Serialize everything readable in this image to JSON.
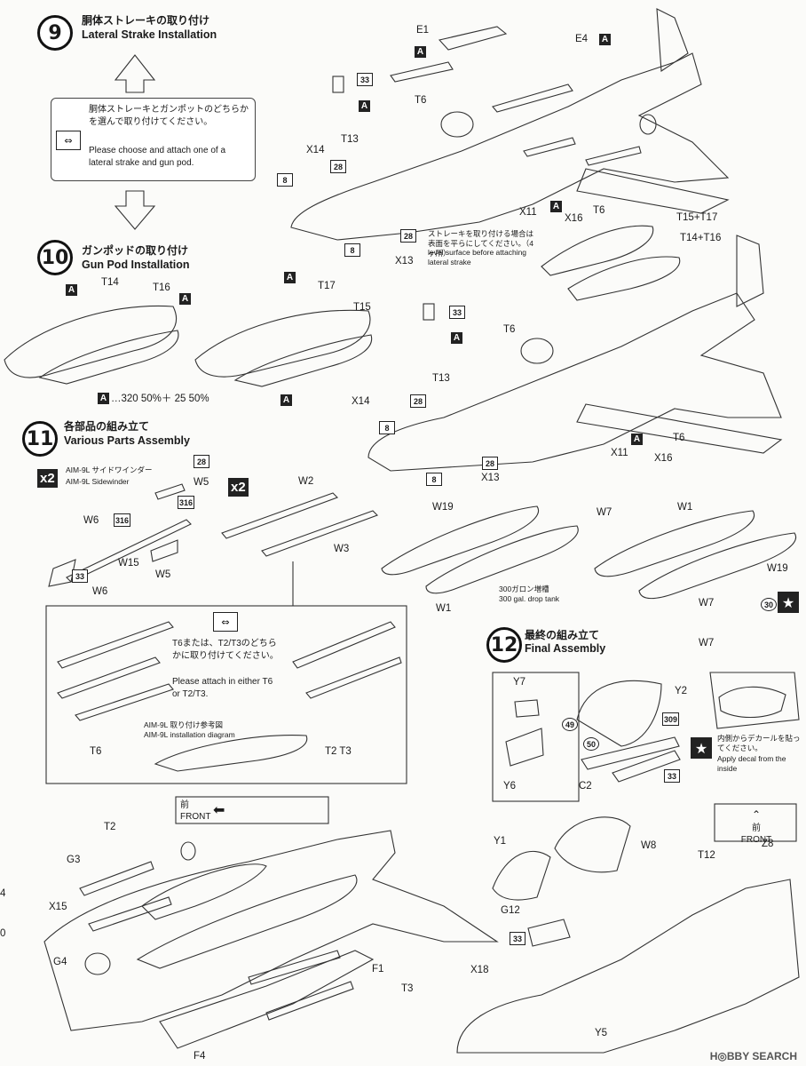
{
  "step9": {
    "num": "9",
    "title_jp": "胴体ストレーキの取り付け",
    "title_en": "Lateral Strake Installation",
    "choice_jp": "胴体ストレーキとガンポットのどちらかを選んで取り付けてください。",
    "choice_en": "Please choose and attach one of a lateral strake and gun pod.",
    "parts": [
      "E1",
      "E4",
      "T6",
      "T13",
      "X14",
      "X11",
      "X16",
      "T6",
      "X13"
    ],
    "level_note_jp": "ストレーキを取り付ける場合は表面を平らにしてください。（4ヶ所）",
    "level_note_en": "level surface before attaching lateral strake"
  },
  "step10": {
    "num": "10",
    "title_jp": "ガンポッドの取り付け",
    "title_en": "Gun Pod Installation",
    "pods": [
      "T14",
      "T16",
      "T17",
      "T15"
    ],
    "paint_mix": "…320 50%＋ 25 50%",
    "right_parts": [
      "T15+T17",
      "T14+T16",
      "T6",
      "T13",
      "X14",
      "X11",
      "X16",
      "T6",
      "X13"
    ]
  },
  "step11": {
    "num": "11",
    "title_jp": "各部品の組み立て",
    "title_en": "Various Parts Assembly",
    "multiplier": "x2",
    "sidewinder_jp": "AIM-9L サイドワインダー",
    "sidewinder_en": "AIM-9L Sidewinder",
    "missile_parts": [
      "W5",
      "W6",
      "W15",
      "W5",
      "W6"
    ],
    "rail_parts": [
      "W2",
      "W3"
    ],
    "tank_parts": [
      "W19",
      "W7",
      "W1",
      "W1",
      "W19",
      "W7",
      "W7"
    ],
    "tank_jp": "300ガロン増槽",
    "tank_en": "300 gal. drop tank",
    "attach_jp": "T6または、T2/T3のどちらかに取り付けてください。",
    "attach_en": "Please attach in either T6 or T2/T3.",
    "diagram_jp": "AIM-9L 取り付け参考図",
    "diagram_en": "AIM-9L installation diagram",
    "attach_labels": [
      "T6",
      "T2 T3"
    ]
  },
  "step12": {
    "num": "12",
    "title_jp": "最終の組み立て",
    "title_en": "Final Assembly",
    "canopy_parts": [
      "Y7",
      "Y6",
      "Y2",
      "C2",
      "Y1",
      "W8",
      "G12",
      "X18",
      "Y5",
      "T12",
      "Z8"
    ],
    "decal_jp": "内側からデカールを貼ってください。",
    "decal_en": "Apply decal from the inside"
  },
  "bottom_left": {
    "front_jp": "前",
    "front_en": "FRONT",
    "parts": [
      "T2",
      "G3",
      "X15",
      "G4",
      "F1",
      "T3",
      "F4"
    ]
  },
  "paint_codes": [
    "33",
    "28",
    "316",
    "320",
    "25",
    "30",
    "49",
    "50",
    "309"
  ],
  "watermark": "H◎BBY SEARCH",
  "margin_marks": [
    "4",
    "0"
  ]
}
